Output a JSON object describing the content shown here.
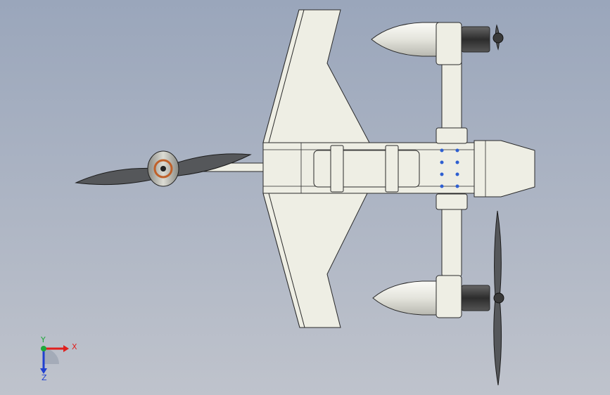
{
  "viewport": {
    "background_top": "#9aa6bb",
    "background_bottom": "#bfc3cc"
  },
  "model": {
    "part_color": "#eeeee4",
    "edge_color": "#2a2a2a",
    "propeller_color": "#55575a",
    "motor_copper": "#c0612a",
    "hole_blue": "#2e5fd1"
  },
  "triad": {
    "x_label": "X",
    "y_label": "Y",
    "z_label": "Z",
    "x_color": "#e0201e",
    "y_color": "#1ea83a",
    "z_color": "#2040d0"
  }
}
